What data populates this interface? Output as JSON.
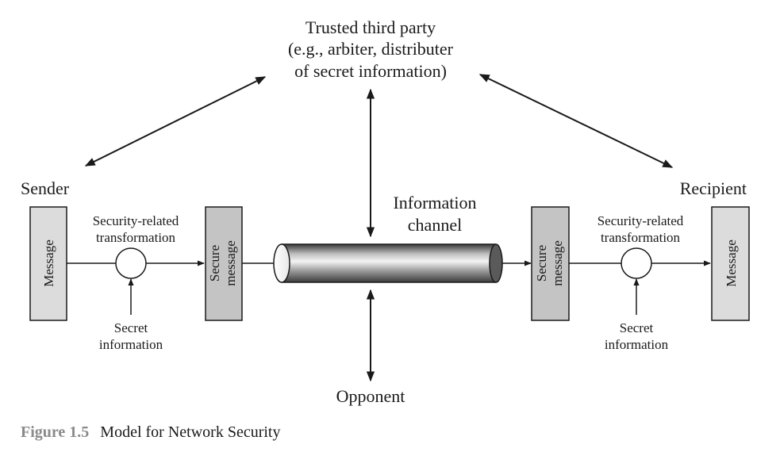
{
  "trusted_party": {
    "line1": "Trusted third party",
    "line2": "(e.g., arbiter, distributer",
    "line3": "of secret information)"
  },
  "sender": {
    "title": "Sender",
    "message": "Message",
    "transform_line1": "Security-related",
    "transform_line2": "transformation",
    "secure_line1": "Secure",
    "secure_line2": "message",
    "secret_line1": "Secret",
    "secret_line2": "information"
  },
  "channel": {
    "line1": "Information",
    "line2": "channel"
  },
  "recipient": {
    "title": "Recipient",
    "message": "Message",
    "transform_line1": "Security-related",
    "transform_line2": "transformation",
    "secure_line1": "Secure",
    "secure_line2": "message",
    "secret_line1": "Secret",
    "secret_line2": "information"
  },
  "opponent": "Opponent",
  "caption": {
    "number": "Figure 1.5",
    "title": "Model for Network Security"
  },
  "colors": {
    "message_box": "#dcdcdc",
    "secure_box": "#c4c4c4",
    "caption_number": "#8a8a8a"
  }
}
